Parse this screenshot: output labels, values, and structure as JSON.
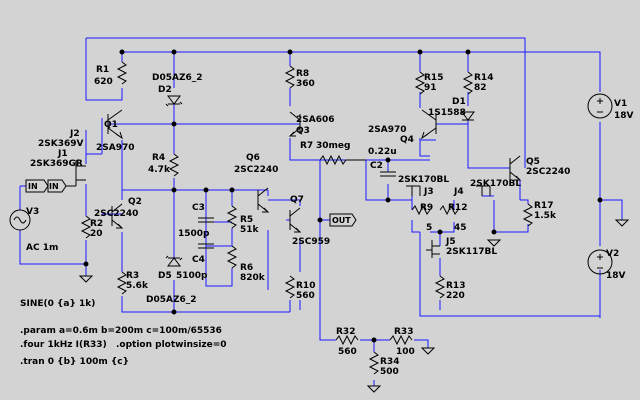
{
  "window": {
    "background": "#d3d3d3",
    "wire_color": "#1a1aff",
    "component_color": "#000000"
  },
  "components": {
    "R1": {
      "ref": "R1",
      "value": "620"
    },
    "R2": {
      "ref": "R2",
      "value": "20"
    },
    "R3": {
      "ref": "R3",
      "value": "5.6k"
    },
    "R4": {
      "ref": "R4",
      "value": "4.7k"
    },
    "R5": {
      "ref": "R5",
      "value": "51k"
    },
    "R6": {
      "ref": "R6",
      "value": "820k"
    },
    "R7": {
      "ref": "R7",
      "value": "30meg"
    },
    "R8": {
      "ref": "R8",
      "value": "360"
    },
    "R9": {
      "ref": "R9",
      "value": "5"
    },
    "R10": {
      "ref": "R10",
      "value": "560"
    },
    "R12": {
      "ref": "R12",
      "value": "45"
    },
    "R13": {
      "ref": "R13",
      "value": "220"
    },
    "R14": {
      "ref": "R14",
      "value": "82"
    },
    "R15": {
      "ref": "R15",
      "value": "91"
    },
    "R17": {
      "ref": "R17",
      "value": "1.5k"
    },
    "R32": {
      "ref": "R32",
      "value": "560"
    },
    "R33": {
      "ref": "R33",
      "value": "100"
    },
    "R34": {
      "ref": "R34",
      "value": "500"
    },
    "C2": {
      "ref": "C2",
      "value": "0.22u"
    },
    "C3": {
      "ref": "C3",
      "value": "1500p"
    },
    "C4": {
      "ref": "C4",
      "value": "5100p"
    },
    "D1": {
      "ref": "D1",
      "value": "1S1588"
    },
    "D2": {
      "ref": "D2",
      "value": "D05AZ6_2"
    },
    "D5": {
      "ref": "D5",
      "value": "D05AZ6_2"
    },
    "Q1": {
      "ref": "Q1",
      "value": "2SA970"
    },
    "Q2": {
      "ref": "Q2",
      "value": "2SC2240"
    },
    "Q3": {
      "ref": "Q3",
      "value": "2SA606"
    },
    "Q4": {
      "ref": "Q4",
      "value": "2SA970"
    },
    "Q5": {
      "ref": "Q5",
      "value": "2SC2240"
    },
    "Q6": {
      "ref": "Q6",
      "value": "2SC2240"
    },
    "Q7": {
      "ref": "Q7",
      "value": "2SC959"
    },
    "J1": {
      "ref": "J1",
      "value": "2SK369GR"
    },
    "J2": {
      "ref": "J2",
      "value": "2SK369V"
    },
    "J3": {
      "ref": "J3",
      "value": "2SK170BL"
    },
    "J4": {
      "ref": "J4",
      "value": "2SK170BL"
    },
    "J5": {
      "ref": "J5",
      "value": "2SK117BL"
    },
    "V1": {
      "ref": "V1",
      "value": "18V"
    },
    "V2": {
      "ref": "V2",
      "value": "18V"
    },
    "V3": {
      "ref": "V3",
      "value": "AC 1m"
    }
  },
  "net_labels": {
    "in1": "IN",
    "in2": "IN",
    "out": "OUT"
  },
  "directives": {
    "sine": "SINE(0 {a} 1k)",
    "param": ".param a=0.6m b=200m c=100m/65536",
    "four": ".four 1kHz I(R33)",
    "option": ".option plotwinsize=0",
    "tran": ".tran 0 {b} 100m {c}"
  }
}
